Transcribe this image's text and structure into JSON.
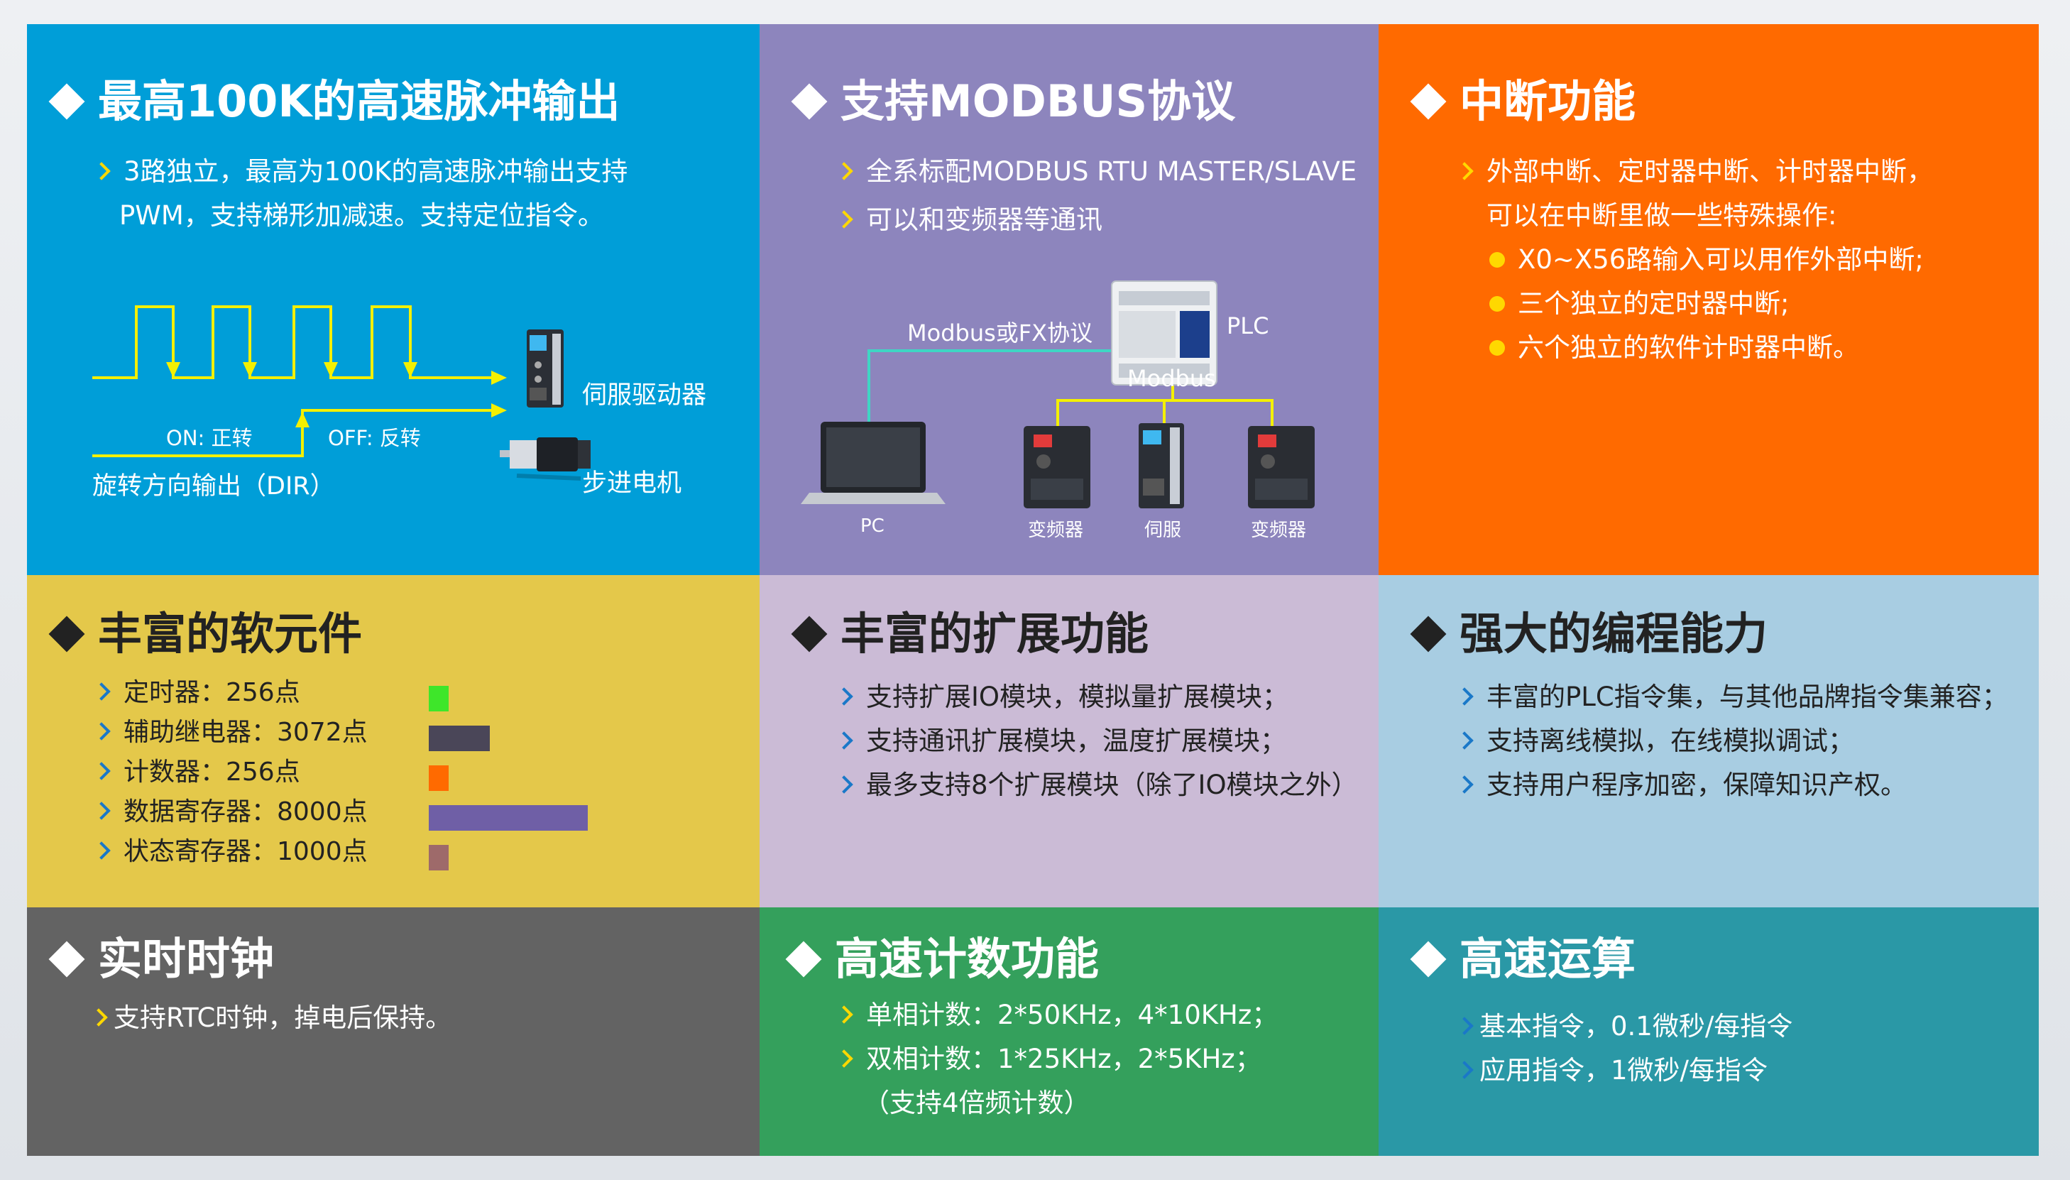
{
  "colors": {
    "p1": "#009ed8",
    "p2": "#8d85bd",
    "p3": "#ff6a00",
    "p4": "#e4c84a",
    "p5": "#cbbbd6",
    "p6": "#a8cde2",
    "p7": "#636363",
    "p8": "#34a05c",
    "p9": "#2a98a6",
    "yellow_signal": "#f4f000",
    "cyan_line": "#3fd6c4"
  },
  "pulse": {
    "title": "最高100K的高速脉冲输出",
    "desc1": "3路独立，最高为100K的高速脉冲输出支持",
    "desc2": "PWM，支持梯形加减速。支持定位指令。",
    "on_label": "ON: 正转",
    "off_label": "OFF: 反转",
    "dir_label": "旋转方向输出（DIR）",
    "servo_label": "伺服驱动器",
    "stepper_label": "步进电机"
  },
  "modbus": {
    "title": "支持MODBUS协议",
    "items": [
      "全系标配MODBUS  RTU  MASTER/SLAVE",
      "可以和变频器等通讯"
    ],
    "protocol_label": "Modbus或FX协议",
    "plc_label": "PLC",
    "modbus_label": "Modbus",
    "pc_label": "PC",
    "inverter1_label": "变频器",
    "servo_label": "伺服",
    "inverter2_label": "变频器"
  },
  "interrupt": {
    "title": "中断功能",
    "line1": "外部中断、定时器中断、计时器中断，",
    "line2": "可以在中断里做一些特殊操作:",
    "bullets": [
      "X0~X56路输入可以用作外部中断;",
      "三个独立的定时器中断;",
      "六个独立的软件计时器中断。"
    ]
  },
  "soft": {
    "title": "丰富的软元件",
    "items": [
      {
        "label": "定时器：256点",
        "value": 256,
        "color": "#3ee62a"
      },
      {
        "label": "辅助继电器：3072点",
        "value": 3072,
        "color": "#4a4658"
      },
      {
        "label": "计数器：256点",
        "value": 256,
        "color": "#ff6a00"
      },
      {
        "label": "数据寄存器：8000点",
        "value": 8000,
        "color": "#6f5fa6"
      },
      {
        "label": "状态寄存器：1000点",
        "value": 1000,
        "color": "#9e6a6a"
      }
    ]
  },
  "expansion": {
    "title": "丰富的扩展功能",
    "items": [
      "支持扩展IO模块，模拟量扩展模块；",
      "支持通讯扩展模块，温度扩展模块；",
      "最多支持8个扩展模块（除了IO模块之外）"
    ]
  },
  "programming": {
    "title": "强大的编程能力",
    "items": [
      "丰富的PLC指令集，与其他品牌指令集兼容；",
      "支持离线模拟，在线模拟调试；",
      "支持用户程序加密，保障知识产权。"
    ]
  },
  "rtc": {
    "title": "实时时钟",
    "text": "支持RTC时钟，掉电后保持。"
  },
  "counter": {
    "title": "高速计数功能",
    "items": [
      "单相计数：2*50KHz，4*10KHz；",
      "双相计数：1*25KHz，2*5KHz；"
    ],
    "note": "（支持4倍频计数）"
  },
  "compute": {
    "title": "高速运算",
    "items": [
      "基本指令，0.1微秒/每指令",
      "应用指令，1微秒/每指令"
    ]
  }
}
